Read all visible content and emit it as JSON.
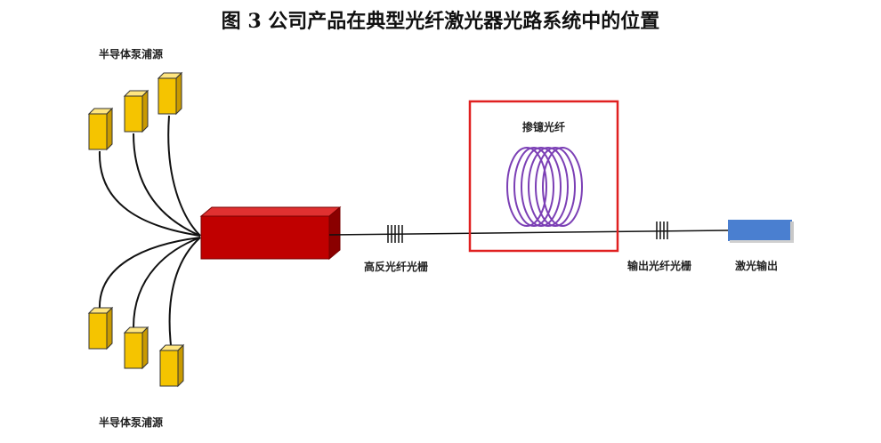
{
  "title": "图 3 公司产品在典型光纤激光器光路系统中的位置",
  "labels": {
    "pump_top": "半导体泵浦源",
    "pump_bottom": "半导体泵浦源",
    "doped_fiber": "掺镱光纤",
    "hr_grating": "高反光纤光栅",
    "oc_grating": "输出光纤光栅",
    "laser_output": "激光输出"
  },
  "colors": {
    "pump": "#f5c400",
    "combiner": "#c00000",
    "coil": "#7b3fb5",
    "highlight_box": "#e02020",
    "output": "#4a7fd0"
  }
}
